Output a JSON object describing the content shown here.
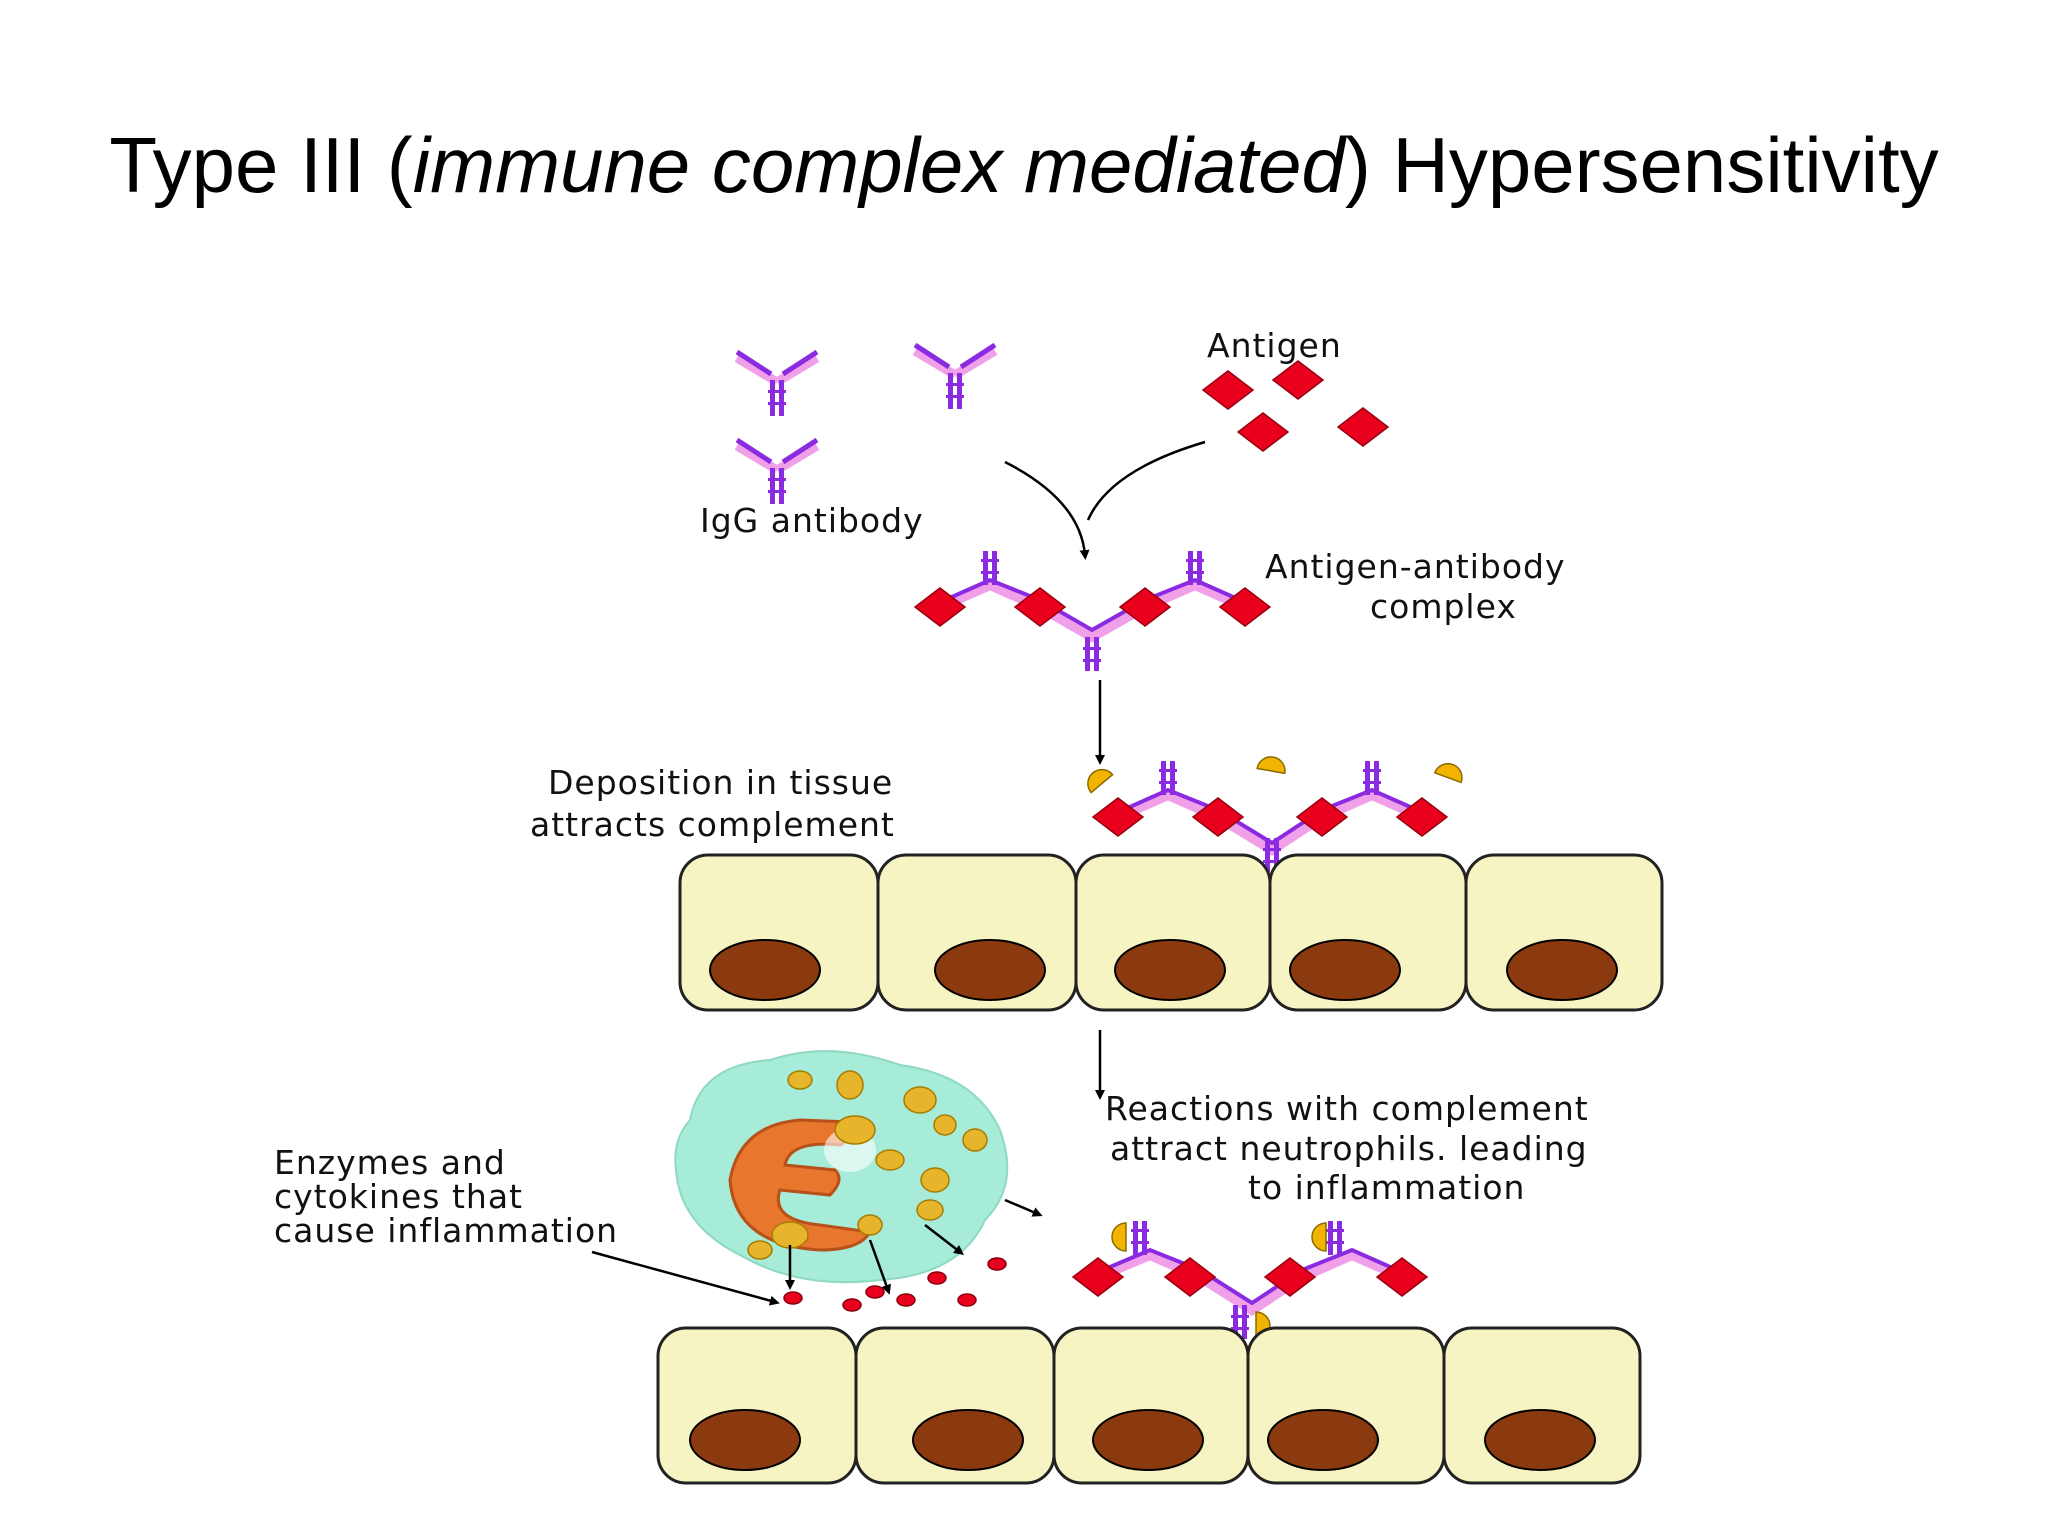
{
  "slide": {
    "title_prefix": "Type III (",
    "title_italic": "immune complex mediated",
    "title_suffix": ") Hypersensitivity"
  },
  "diagram": {
    "labels": {
      "antigen": "Antigen",
      "igg_antibody": "IgG antibody",
      "complex_line1": "Antigen-antibody",
      "complex_line2": "complex",
      "deposition_line1": "Deposition in tissue",
      "deposition_line2": "attracts complement",
      "reactions_line1": "Reactions with complement",
      "reactions_line2": "attract neutrophils. leading",
      "reactions_line3": "to inflammation",
      "enzymes_line1": "Enzymes and",
      "enzymes_line2": "cytokines that",
      "enzymes_line3": "cause inflammation"
    },
    "colors": {
      "antigen": "#e8001c",
      "antibody_light": "#f0a0e8",
      "antibody_dark": "#8a2be2",
      "cell_fill": "#f7f4c4",
      "nucleus": "#8b3a0f",
      "complement": "#f2b400",
      "neutrophil": "#a6ecd8"
    }
  }
}
